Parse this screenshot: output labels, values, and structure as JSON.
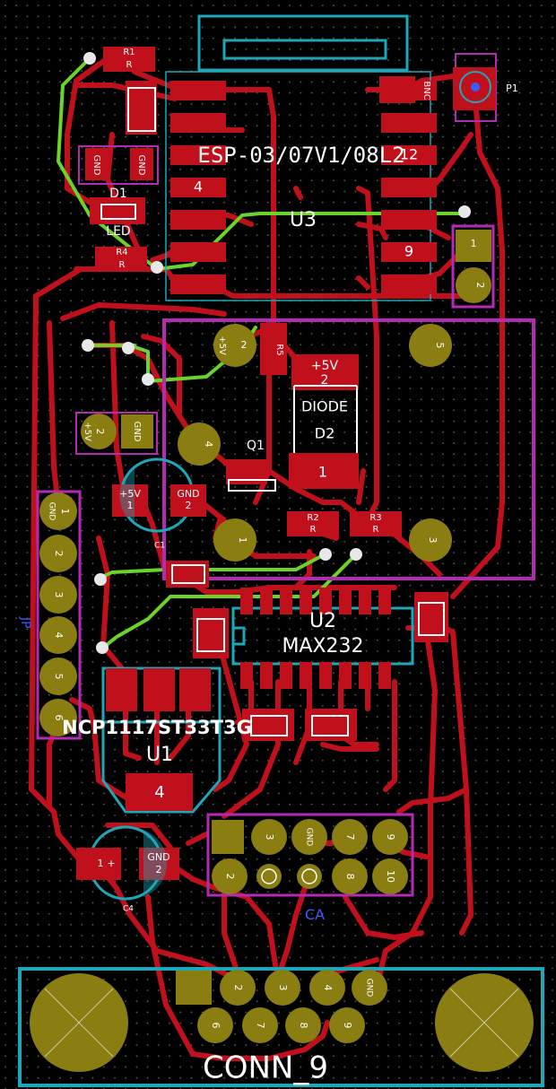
{
  "colors": {
    "background": "#000000",
    "grid_dot": "#5a5a5a",
    "copper_top": "#c0101c",
    "copper_bottom": "#6bd42a",
    "pad_thru": "#8a7d12",
    "silkscreen": "#ffffff",
    "courtyard_cyan": "#1ea7b8",
    "courtyard_magenta": "#b32bb3",
    "fab_blue": "#3a5bff"
  },
  "labels": {
    "esp_module": "ESP-03/07V1/08L2",
    "u3": "U3",
    "u2": "U2",
    "u2_value": "MAX232",
    "u1": "U1",
    "u1_value": "NCP1117ST33T3G",
    "d1": "D1",
    "d1_value": "LED",
    "d2": "D2",
    "d2_value": "DIODE",
    "q1": "Q1",
    "c1": "C1",
    "c4": "C4",
    "p1": "P1",
    "p1_value": "BNC",
    "conn": "CONN_9",
    "ca": "CA",
    "jp": "JP"
  },
  "pads": {
    "r1": "R1",
    "r2": "R2",
    "r3": "R3",
    "r4": "R4",
    "r5": "R5",
    "r": "R",
    "gnd": "GND",
    "plus5v": "+5V",
    "num1": "1",
    "num2": "2",
    "num3": "3",
    "num4": "4",
    "num5": "5",
    "num6": "6",
    "num7": "7",
    "num8": "8",
    "num9": "9",
    "num10": "10",
    "num12": "12",
    "plus": "+"
  }
}
